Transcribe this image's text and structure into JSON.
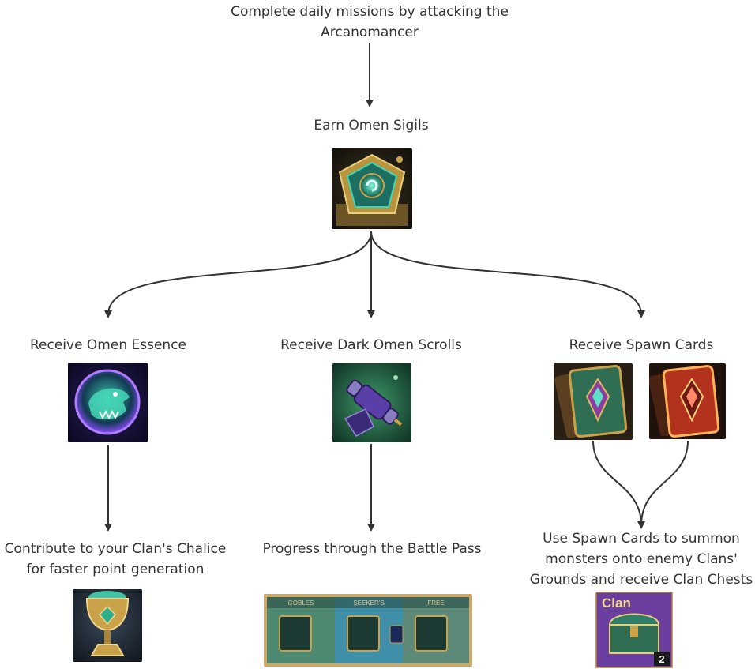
{
  "nodes": {
    "missions": "Complete daily missions by attacking the Arcanomancer",
    "sigils": "Earn Omen Sigils",
    "essence": "Receive Omen Essence",
    "scrolls": "Receive Dark Omen Scrolls",
    "spawn": "Receive Spawn Cards",
    "chalice": "Contribute to your Clan's Chalice for faster point generation",
    "battlepass": "Progress through the Battle Pass",
    "summon": "Use Spawn Cards to summon monsters onto enemy Clans' Grounds and receive Clan Chests"
  },
  "icons": {
    "sigil": "omen-sigil-icon",
    "essence": "omen-essence-icon",
    "scroll": "dark-omen-scroll-icon",
    "spawn_green": "spawn-card-green-icon",
    "spawn_red": "spawn-card-red-icon",
    "chalice": "clan-chalice-icon",
    "battlepass": "battle-pass-panel-image",
    "chest": "clan-chest-icon"
  },
  "battlepass_tiers": [
    "GOBLES",
    "SEEKER'S",
    "FREE"
  ],
  "chest_label": "Clan",
  "chest_count": "2",
  "colors": {
    "text": "#333333",
    "arrow": "#333333",
    "sigil_glow": "#3fd6b4",
    "essence_glow": "#8a4cff",
    "scroll_purple": "#5b3fa8",
    "card_green": "#2f6e52",
    "card_red": "#b3321e",
    "chalice_gold": "#c9a24a",
    "chest_purple": "#6a3fa0"
  }
}
